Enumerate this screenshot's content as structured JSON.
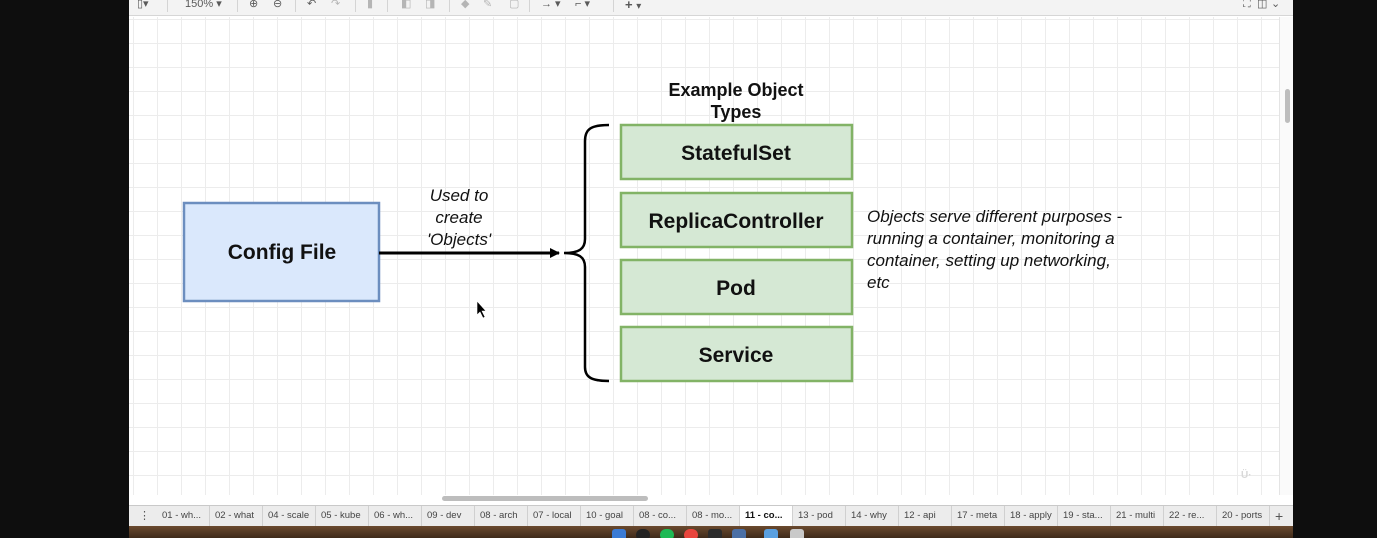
{
  "toolbar": {
    "zoom_label": "150%"
  },
  "diagram": {
    "header": [
      "Example Object",
      "Types"
    ],
    "config_file": "Config File",
    "arrow_label": [
      "Used to",
      "create",
      "'Objects'"
    ],
    "object_types": [
      "StatefulSet",
      "ReplicaController",
      "Pod",
      "Service"
    ],
    "note": [
      "Objects serve different purposes -",
      "running a container, monitoring a",
      "container, setting up networking,",
      "etc"
    ]
  },
  "colors": {
    "config_fill": "#dae8fc",
    "config_stroke": "#6c8ebf",
    "type_fill": "#d5e8d4",
    "type_stroke": "#82b366"
  },
  "tabs": [
    "01 - wh...",
    "02 - what",
    "04 - scale",
    "05 - kube",
    "06 - wh...",
    "09 - dev",
    "08 - arch",
    "07 - local",
    "10 - goal",
    "08 - co...",
    "08 - mo...",
    "11 - co...",
    "13 - pod",
    "14 - why",
    "12 - api",
    "17 - meta",
    "18 - apply",
    "19 - sta...",
    "21 - multi",
    "22 - re...",
    "20 - ports"
  ],
  "active_tab_index": 11
}
